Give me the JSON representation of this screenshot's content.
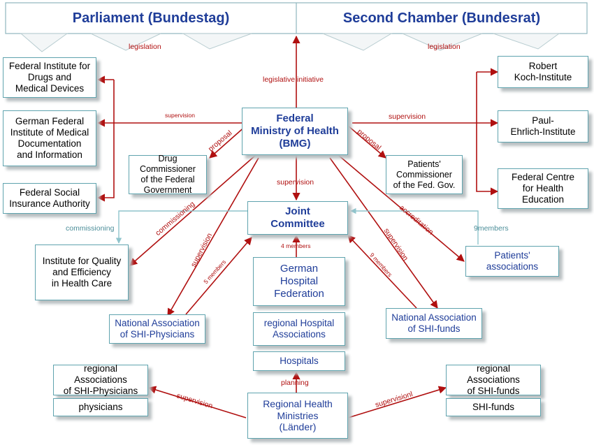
{
  "header": {
    "left_title": "Parliament (Bundestag)",
    "right_title": "Second Chamber (Bundesrat)"
  },
  "nodes": {
    "bfarm": "Federal Institute for\nDrugs and\nMedical Devices",
    "dimdi": "German Federal\nInstitute of Medical\nDocumentation\nand Information",
    "bva": "Federal Social\nInsurance Authority",
    "drug_commissioner": "Drug Commissioner\nof the Federal\nGovernment",
    "bmg": "Federal\nMinistry of Health\n(BMG)",
    "patients_commissioner": "Patients'\nCommissioner\nof the Fed. Gov.",
    "rki": "Robert\nKoch-Institute",
    "pei": "Paul-\nEhrlich-Institute",
    "bzga": "Federal Centre\nfor Health Education",
    "joint_committee": "Joint\nCommittee",
    "iqwig": "Institute for Quality\nand Efficiency\nin Health Care",
    "patients_associations": "Patients'\nassociations",
    "dkg": "German\nHospital\nFederation",
    "regional_hospital": "regional Hospital\nAssociations",
    "hospitals": "Hospitals",
    "kbv": "National Association\nof SHI-Physicians",
    "gkv": "National Association\nof SHI-funds",
    "regional_physicians": "regional Associations\nof SHI-Physicians",
    "physicians": "physicians",
    "regional_funds": "regional Associations\nof SHI-funds",
    "shi_funds": "SHI-funds",
    "regional_ministries": "Regional Health\nMinistries\n(Länder)"
  },
  "labels": {
    "legislation_left": "legislation",
    "legislation_right": "legislation",
    "legislative_initiative": "legislative initiative",
    "supervision_left": "supervision",
    "supervision_right": "supervision",
    "proposal_left": "proposal",
    "proposal_right": "proposal",
    "supervision_center": "supervision",
    "commissioning_diag": "commissioning",
    "commissioning_teal": "commissioning",
    "accreditation": "accreditation",
    "nine_members_teal": "9members",
    "supervision_kbv": "supervision",
    "five_members": "5 members",
    "four_members": "4 members",
    "nine_members": "9 members",
    "supervision_gkv": "supervision",
    "planning": "planning",
    "supervision_bottom_left": "supervision",
    "supervision_bottom_right": "supervisionl"
  },
  "colors": {
    "arrow_red": "#b01010",
    "teal": "#5fa3ae",
    "title_blue": "#1f3d99"
  }
}
